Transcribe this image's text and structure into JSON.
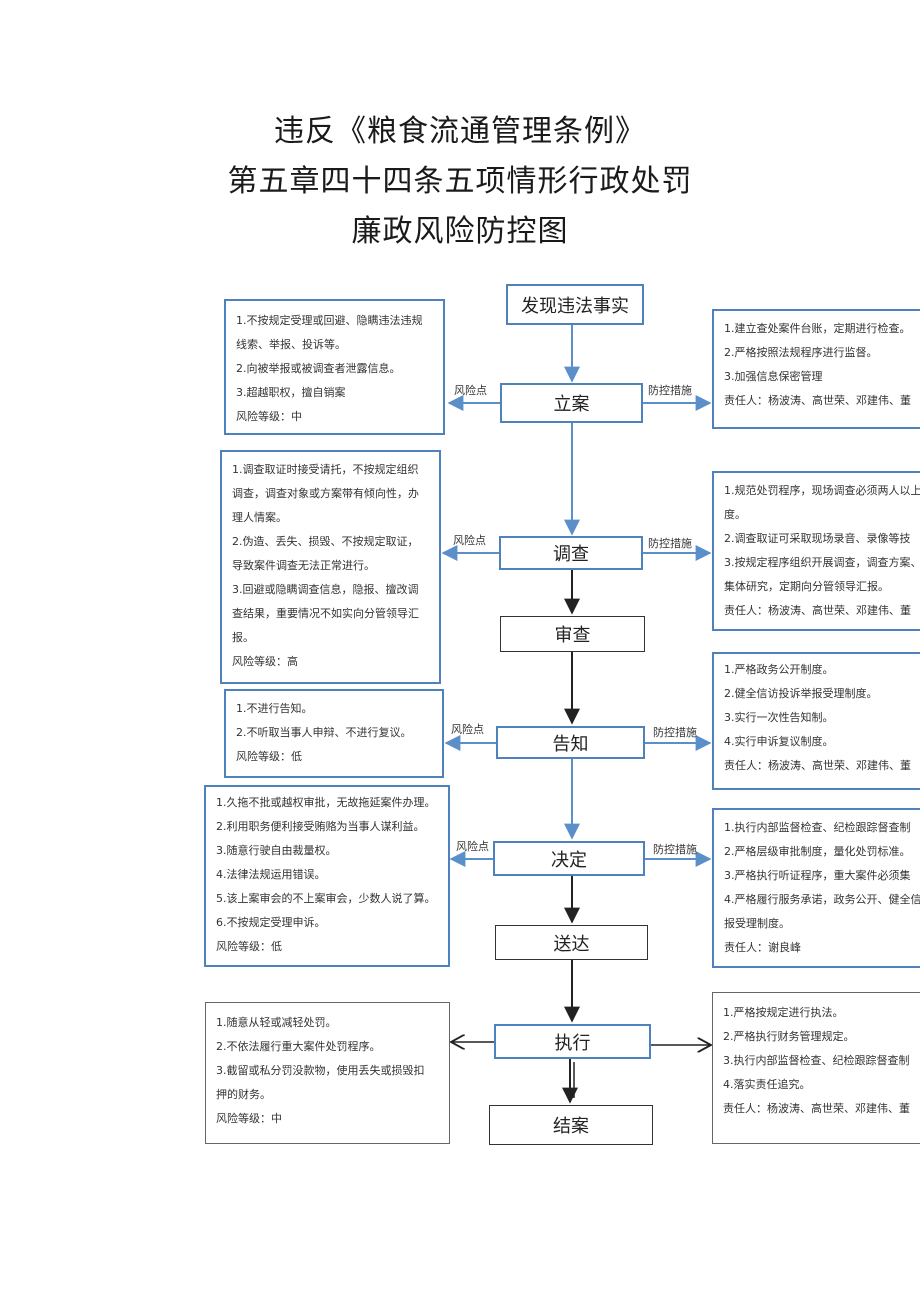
{
  "title": {
    "line1": "违反《粮食流通管理条例》",
    "line2": "第五章四十四条五项情形行政处罚",
    "line3": "廉政风险防控图"
  },
  "nodes": {
    "start": "发现违法事实",
    "lian": "立案",
    "diaocha": "调查",
    "shencha": "审查",
    "gaozhi": "告知",
    "jueding": "决定",
    "songda": "送达",
    "zhixing": "执行",
    "jiean": "结案"
  },
  "tags": {
    "risk": "风险点",
    "measure": "防控措施"
  },
  "risks": {
    "lian": [
      "1.不按规定受理或回避、隐瞒违法违规",
      "线索、举报、投诉等。",
      "2.向被举报或被调查者泄露信息。",
      "3.超越职权，擅自销案",
      "风险等级：中"
    ],
    "diaocha": [
      "1.调查取证时接受请托，不按规定组织",
      "调查，调查对象或方案带有倾向性，办",
      "理人情案。",
      "2.伪造、丢失、损毁、不按规定取证，",
      "导致案件调查无法正常进行。",
      "3.回避或隐瞒调查信息，隐报、擅改调",
      "查结果，重要情况不如实向分管领导汇",
      "报。",
      "风险等级：高"
    ],
    "gaozhi": [
      "1.不进行告知。",
      "2.不听取当事人申辩、不进行复议。",
      "风险等级：低"
    ],
    "jueding": [
      "1.久拖不批或越权审批，无故拖延案件办理。",
      "2.利用职务便利接受贿赂为当事人谋利益。",
      "3.随意行驶自由裁量权。",
      "4.法律法规运用错误。",
      "5.该上案审会的不上案审会，少数人说了算。",
      "6.不按规定受理申诉。",
      "风险等级：低"
    ],
    "zhixing": [
      "1.随意从轻或减轻处罚。",
      "2.不依法履行重大案件处罚程序。",
      "3.截留或私分罚没款物，使用丢失或损毁扣",
      "押的财务。",
      "风险等级：中"
    ]
  },
  "measures": {
    "lian": [
      "1.建立查处案件台账，定期进行检查。",
      "2.严格按照法规程序进行监督。",
      "3.加强信息保密管理",
      "责任人：杨波涛、高世荣、邓建伟、董"
    ],
    "diaocha": [
      "1.规范处罚程序，现场调查必须两人以上",
      "度。",
      "2.调查取证可采取现场录音、录像等技",
      "3.按规定程序组织开展调查，调查方案、",
      "集体研究，定期向分管领导汇报。",
      "责任人：杨波涛、高世荣、邓建伟、董"
    ],
    "gaozhi": [
      "1.严格政务公开制度。",
      "2.健全信访投诉举报受理制度。",
      "3.实行一次性告知制。",
      "4.实行申诉复议制度。",
      "责任人：杨波涛、高世荣、邓建伟、董"
    ],
    "jueding": [
      "1.执行内部监督检查、纪检跟踪督查制",
      "2.严格层级审批制度，量化处罚标准。",
      "3.严格执行听证程序，重大案件必须集",
      "4.严格履行服务承诺，政务公开、健全信",
      "报受理制度。",
      "责任人：谢良峰"
    ],
    "zhixing": [
      "1.严格按规定进行执法。",
      "2.严格执行财务管理规定。",
      "3.执行内部监督检查、纪检跟踪督查制",
      "4.落实责任追究。",
      "责任人：杨波涛、高世荣、邓建伟、董"
    ]
  },
  "colors": {
    "border_blue": "#4f81bd",
    "arrow_blue": "#5b8fc9",
    "arrow_black": "#222222"
  }
}
